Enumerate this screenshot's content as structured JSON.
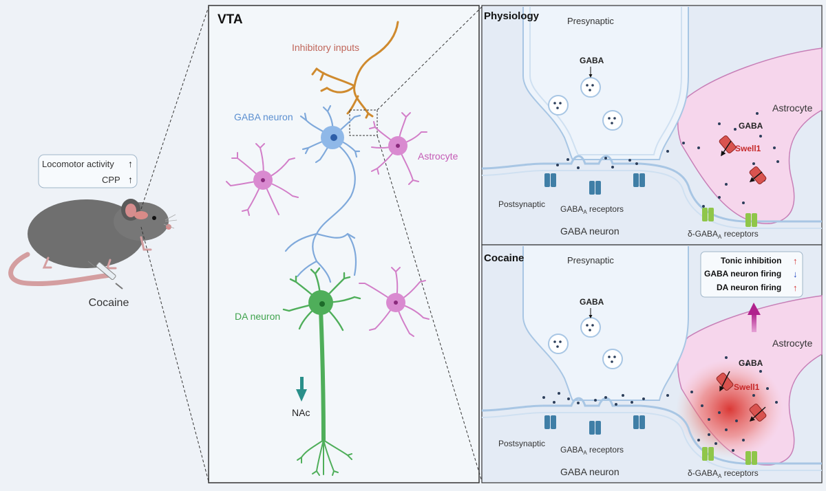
{
  "left": {
    "effects": [
      {
        "label": "Locomotor activity",
        "arrow": "↑"
      },
      {
        "label": "CPP",
        "arrow": "↑"
      }
    ],
    "drug_label": "Cocaine"
  },
  "vta": {
    "title": "VTA",
    "inhibitory_inputs": "Inhibitory inputs",
    "gaba_neuron": "GABA neuron",
    "astrocyte": "Astrocyte",
    "da_neuron": "DA neuron",
    "nac": "NAc"
  },
  "physiology": {
    "title": "Physiology",
    "presynaptic": "Presynaptic",
    "gaba": "GABA",
    "astrocyte": "Astrocyte",
    "astro_gaba": "GABA",
    "swell1": "Swell1",
    "postsynaptic": "Postsynaptic",
    "receptors_prefix": "GABA",
    "receptors_sub": "A",
    "receptors_suffix": " receptors",
    "delta_prefix": "δ-GABA",
    "delta_sub": "A",
    "delta_suffix": " receptors",
    "neuron": "GABA neuron"
  },
  "cocaine": {
    "title": "Cocaine",
    "presynaptic": "Presynaptic",
    "gaba": "GABA",
    "astrocyte": "Astrocyte",
    "astro_gaba": "GABA",
    "swell1": "Swell1",
    "postsynaptic": "Postsynaptic",
    "receptors_prefix": "GABA",
    "receptors_sub": "A",
    "receptors_suffix": " receptors",
    "delta_prefix": "δ-GABA",
    "delta_sub": "A",
    "delta_suffix": " receptors",
    "neuron": "GABA neuron",
    "effects": [
      {
        "label": "Tonic inhibition",
        "arrow": "↑",
        "color": "#d32f2f"
      },
      {
        "label": "GABA neuron firing",
        "arrow": "↓",
        "color": "#1a3fbf"
      },
      {
        "label": "DA neuron firing",
        "arrow": "↑",
        "color": "#d32f2f"
      }
    ]
  },
  "colors": {
    "gaba_neuron": "#5b8fd0",
    "astrocyte": "#c45bb5",
    "da_neuron": "#3fa34d",
    "inhibitory": "#cf8a2e",
    "swell1": "#c62828",
    "receptor": "#3f7ea6",
    "delta_receptor": "#8fc64a"
  }
}
